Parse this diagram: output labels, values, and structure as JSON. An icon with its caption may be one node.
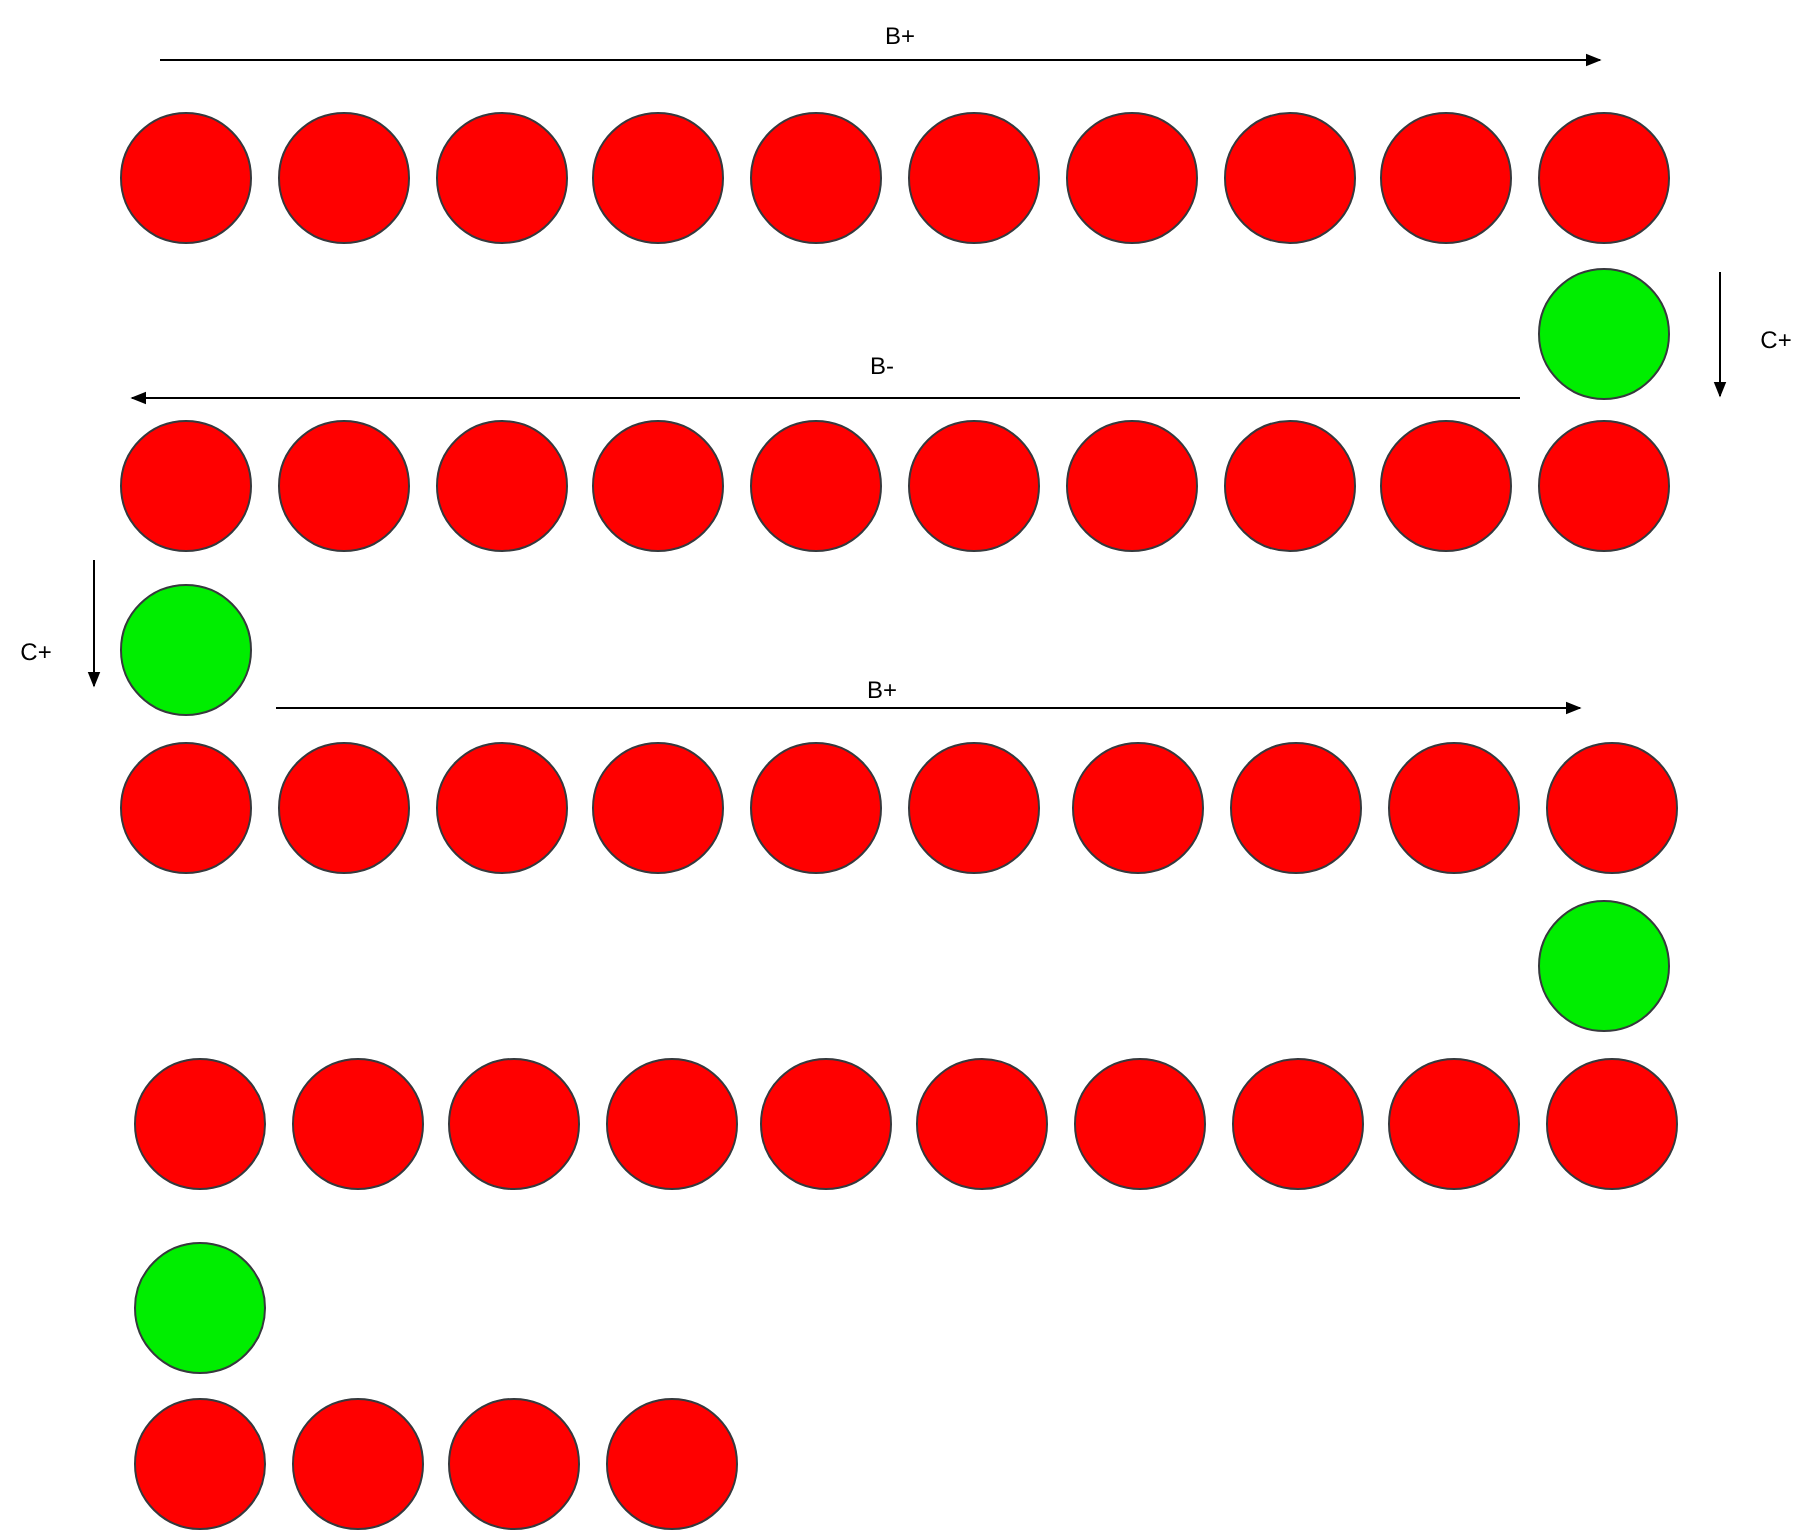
{
  "diagram": {
    "nodes": [
      {
        "text": [],
        "shape": "circle"
      },
      {
        "text": [],
        "shape": "circle"
      },
      {
        "text": [],
        "shape": "circle"
      },
      {
        "text": [],
        "shape": "circle"
      },
      {
        "text": [],
        "shape": "circle"
      },
      {
        "text": [],
        "shape": "circle"
      },
      {
        "text": [],
        "shape": "circle"
      },
      {
        "text": [],
        "shape": "circle"
      },
      {
        "text": [],
        "shape": "circle"
      },
      {
        "text": [],
        "shape": "circle"
      },
      {
        "text": [],
        "shape": "circle"
      },
      {
        "text": [],
        "shape": "circle"
      },
      {
        "text": [],
        "shape": "circle"
      },
      {
        "text": [],
        "shape": "circle"
      },
      {
        "text": [],
        "shape": "circle"
      },
      {
        "text": [],
        "shape": "circle"
      },
      {
        "text": [],
        "shape": "circle"
      },
      {
        "text": [],
        "shape": "circle"
      },
      {
        "text": [],
        "shape": "circle"
      },
      {
        "text": [],
        "shape": "circle"
      },
      {
        "text": [],
        "shape": "circle"
      },
      {
        "text": [],
        "shape": "circle"
      },
      {
        "text": [],
        "shape": "circle"
      },
      {
        "text": [],
        "shape": "circle"
      },
      {
        "text": [],
        "shape": "circle"
      },
      {
        "text": [],
        "shape": "circle"
      },
      {
        "text": [],
        "shape": "circle"
      },
      {
        "text": [],
        "shape": "circle"
      },
      {
        "text": [],
        "shape": "circle"
      },
      {
        "text": [],
        "shape": "circle"
      },
      {
        "text": [],
        "shape": "circle"
      },
      {
        "text": [],
        "shape": "circle"
      },
      {
        "text": [],
        "shape": "circle"
      },
      {
        "text": [],
        "shape": "circle"
      },
      {
        "text": [],
        "shape": "circle"
      },
      {
        "text": [],
        "shape": "circle"
      },
      {
        "text": [],
        "shape": "circle"
      },
      {
        "text": [],
        "shape": "circle"
      },
      {
        "text": [],
        "shape": "circle"
      },
      {
        "text": [],
        "shape": "circle"
      },
      {
        "text": [],
        "shape": "circle"
      },
      {
        "text": [],
        "shape": "circle"
      },
      {
        "text": [],
        "shape": "circle"
      },
      {
        "text": [],
        "shape": "circle"
      },
      {
        "text": [],
        "shape": "circle"
      },
      {
        "text": [],
        "shape": "circle"
      },
      {
        "text": [],
        "shape": "circle"
      },
      {
        "text": [],
        "shape": "circle"
      }
    ],
    "labels": [
      "B+",
      "C+",
      "B-",
      "C+",
      "B+"
    ]
  }
}
